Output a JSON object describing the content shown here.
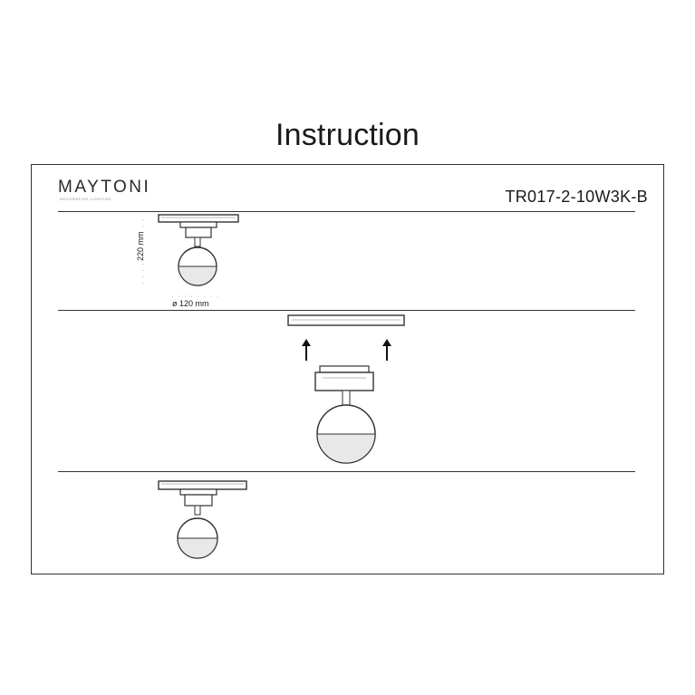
{
  "title": "Instruction",
  "brand": {
    "name": "MAYTONI",
    "tagline": "DECORATIVE LIGHTING"
  },
  "model": "TR017-2-10W3K-B",
  "dimensions": {
    "height": "220 mm",
    "diameter": "ø 120 mm"
  },
  "icons": [
    "arrow-up-icon",
    "arrow-up-icon"
  ]
}
